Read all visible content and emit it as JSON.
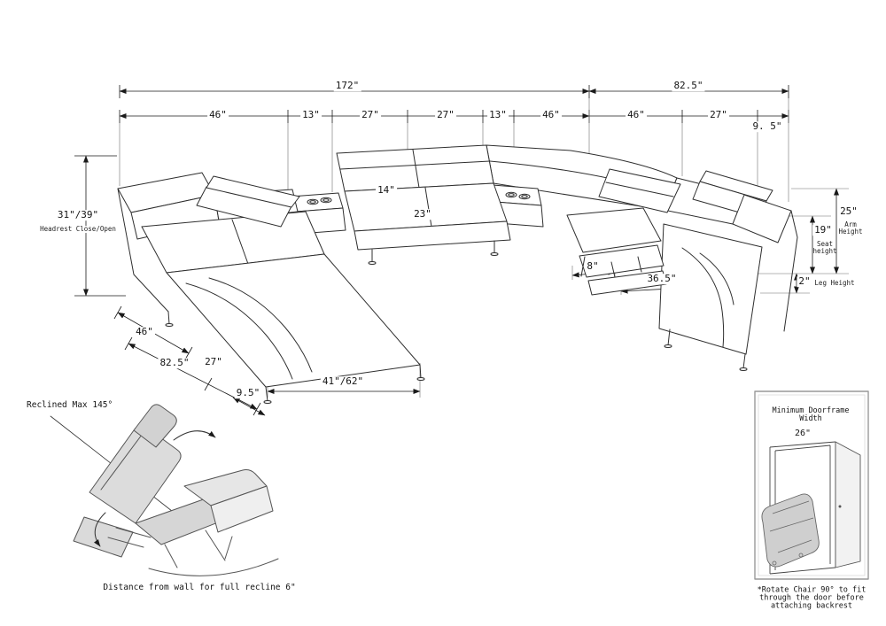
{
  "dims": {
    "top": {
      "overall_left": "172\"",
      "overall_right": "82.5\"",
      "row_left": [
        "46\"",
        "13\"",
        "27\"",
        "27\"",
        "13\"",
        "46\""
      ],
      "row_right": [
        "46\"",
        "27\"",
        "9. 5\""
      ]
    },
    "left": {
      "value": "31\"/39\"",
      "label": "Headrest Close/Open"
    },
    "middle": {
      "back": "14\"",
      "seat": "23\"",
      "gap": "8\"",
      "footrest": "36.5\""
    },
    "right": {
      "arm": {
        "value": "25\"",
        "label": "Arm Height"
      },
      "seat": {
        "value": "19\"",
        "label": "Seat height"
      },
      "leg": {
        "value": "2\"",
        "label": "Leg Height"
      }
    },
    "bottom": {
      "depth": "46\"",
      "total": "82.5\"",
      "seat": "27\"",
      "leg": "9.5\"",
      "chaise": "41\"/62\""
    }
  },
  "recliner_inset": {
    "recline_note": "Reclined Max 145°",
    "wall_note": "Distance from wall for full recline 6\""
  },
  "door_inset": {
    "title": "Minimum Doorframe Width",
    "width": "26\"",
    "note": "*Rotate Chair 90° to fit through the door before attaching backrest"
  }
}
